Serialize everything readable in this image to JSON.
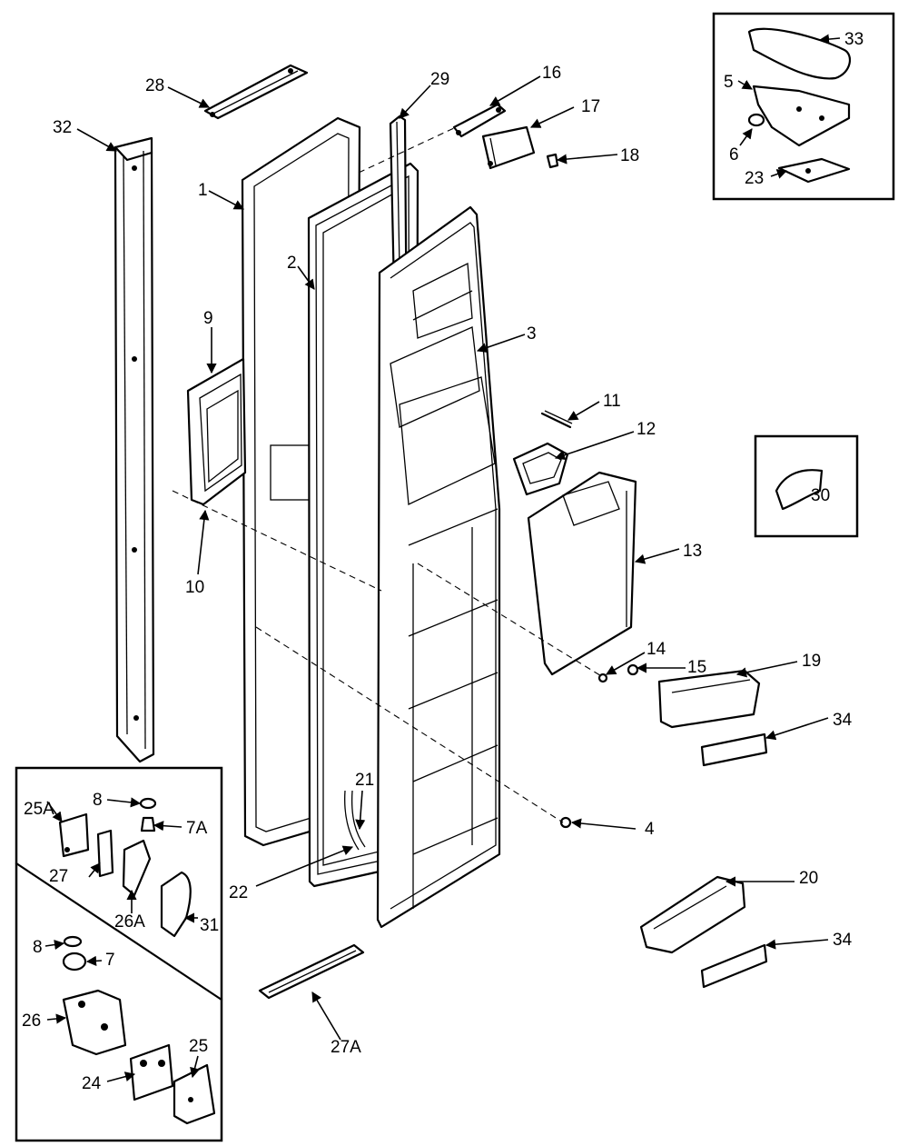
{
  "callouts": [
    {
      "id": "c1",
      "text": "1"
    },
    {
      "id": "c2",
      "text": "2"
    },
    {
      "id": "c3",
      "text": "3"
    },
    {
      "id": "c4",
      "text": "4"
    },
    {
      "id": "c5",
      "text": "5"
    },
    {
      "id": "c6",
      "text": "6"
    },
    {
      "id": "c7",
      "text": "7"
    },
    {
      "id": "c7a",
      "text": "7A"
    },
    {
      "id": "c8a",
      "text": "8"
    },
    {
      "id": "c8b",
      "text": "8"
    },
    {
      "id": "c9",
      "text": "9"
    },
    {
      "id": "c10",
      "text": "10"
    },
    {
      "id": "c11",
      "text": "11"
    },
    {
      "id": "c12",
      "text": "12"
    },
    {
      "id": "c13",
      "text": "13"
    },
    {
      "id": "c14",
      "text": "14"
    },
    {
      "id": "c15",
      "text": "15"
    },
    {
      "id": "c16",
      "text": "16"
    },
    {
      "id": "c17",
      "text": "17"
    },
    {
      "id": "c18",
      "text": "18"
    },
    {
      "id": "c19",
      "text": "19"
    },
    {
      "id": "c20",
      "text": "20"
    },
    {
      "id": "c21",
      "text": "21"
    },
    {
      "id": "c22",
      "text": "22"
    },
    {
      "id": "c23",
      "text": "23"
    },
    {
      "id": "c24",
      "text": "24"
    },
    {
      "id": "c25",
      "text": "25"
    },
    {
      "id": "c25a",
      "text": "25A"
    },
    {
      "id": "c26",
      "text": "26"
    },
    {
      "id": "c26a",
      "text": "26A"
    },
    {
      "id": "c27",
      "text": "27"
    },
    {
      "id": "c27a",
      "text": "27A"
    },
    {
      "id": "c28",
      "text": "28"
    },
    {
      "id": "c29",
      "text": "29"
    },
    {
      "id": "c30",
      "text": "30"
    },
    {
      "id": "c31",
      "text": "31"
    },
    {
      "id": "c32",
      "text": "32"
    },
    {
      "id": "c33",
      "text": "33"
    },
    {
      "id": "c34a",
      "text": "34"
    },
    {
      "id": "c34b",
      "text": "34"
    }
  ]
}
